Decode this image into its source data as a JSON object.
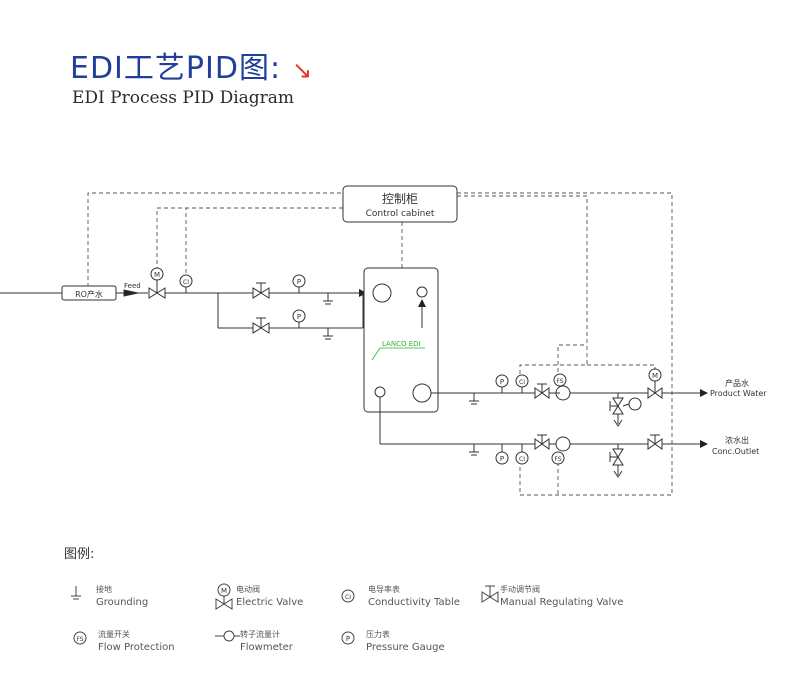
{
  "title": {
    "cn": "EDI工艺PID图:",
    "arrow": "↘",
    "en": "EDI Process PID Diagram"
  },
  "cabinet": {
    "cn": "控制柜",
    "en": "Control cabinet"
  },
  "ro_box": "RO产水",
  "feed": "Feed",
  "edi_label": "LANCO EDI",
  "outputs": {
    "product_cn": "产品水",
    "product_en": "Product Water",
    "conc_cn": "浓水出",
    "conc_en": "Conc.Outlet"
  },
  "instrument_letters": {
    "motor": "M",
    "conductivity": "CI",
    "pressure": "P",
    "flow_switch": "FS"
  },
  "legend": {
    "heading": "图例:",
    "items": [
      {
        "cn": "接地",
        "en": "Grounding"
      },
      {
        "cn": "电动阀",
        "en": "Electric Valve"
      },
      {
        "cn": "电导率表",
        "en": "Conductivity Table"
      },
      {
        "cn": "手动调节阀",
        "en": "Manual Regulating Valve"
      },
      {
        "cn": "流量开关",
        "en": "Flow Protection"
      },
      {
        "cn": "转子流量计",
        "en": "Flowmeter"
      },
      {
        "cn": "压力表",
        "en": "Pressure Gauge"
      }
    ]
  },
  "colors": {
    "title_blue": "#1f3f9a",
    "arrow_red": "#e0352b",
    "edi_green": "#2fb52f",
    "line": "#333333"
  }
}
